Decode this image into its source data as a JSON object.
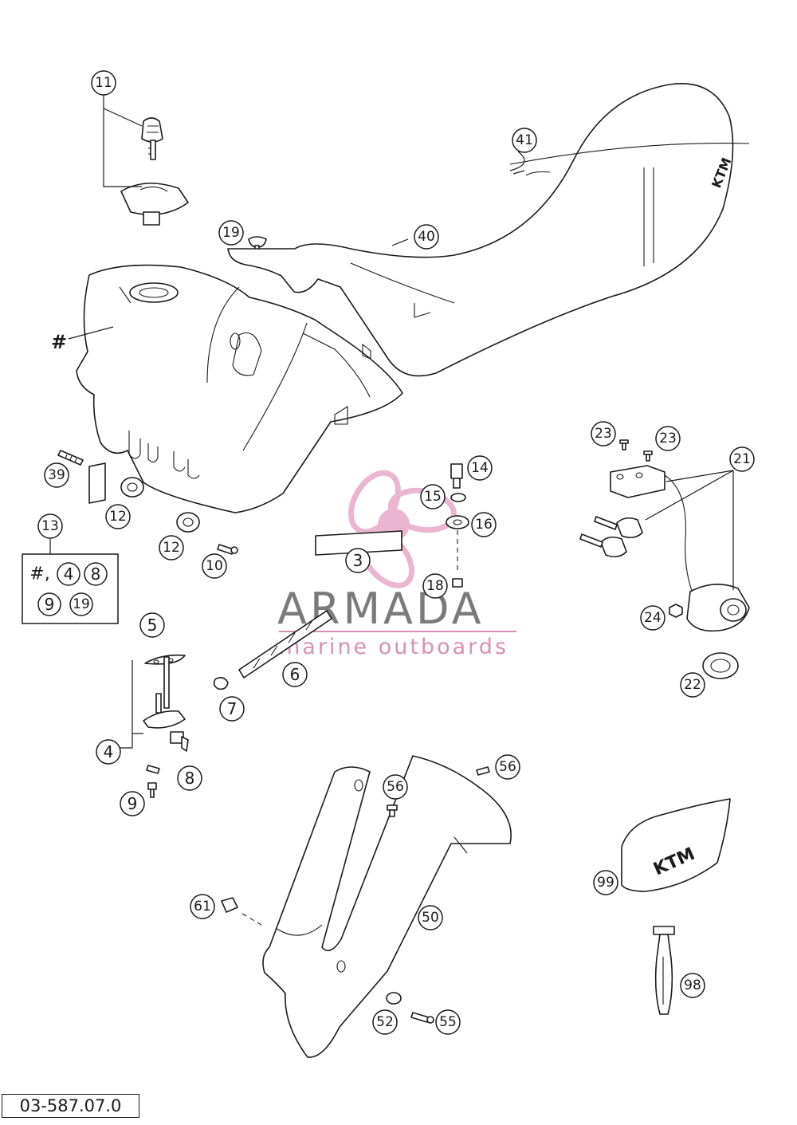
{
  "diagram_id": "03-587.07.0",
  "watermark": {
    "brand": "ARMADA",
    "tagline": "marine outboards",
    "colors": {
      "brand_text": "#7a7a7a",
      "tagline_text": "#d98fb5",
      "propeller": "#e7a9c9"
    }
  },
  "part_marker": "#",
  "kit": {
    "label": "13",
    "row1_prefix": "#,",
    "row1": [
      "4",
      "8"
    ],
    "row2": [
      "9",
      "19"
    ]
  },
  "callouts": {
    "c11": "11",
    "c19": "19",
    "c41": "41",
    "c40": "40",
    "c39": "39",
    "c12a": "12",
    "c12b": "12",
    "c10": "10",
    "c14": "14",
    "c15": "15",
    "c16": "16",
    "c3": "3",
    "c18": "18",
    "c23a": "23",
    "c23b": "23",
    "c21": "21",
    "c24": "24",
    "c22": "22",
    "c5": "5",
    "c6": "6",
    "c7": "7",
    "c4": "4",
    "c8": "8",
    "c9": "9",
    "c56a": "56",
    "c56b": "56",
    "c50": "50",
    "c61": "61",
    "c52": "52",
    "c55": "55",
    "c99": "99",
    "c98": "98"
  },
  "logo_text": "KTM"
}
